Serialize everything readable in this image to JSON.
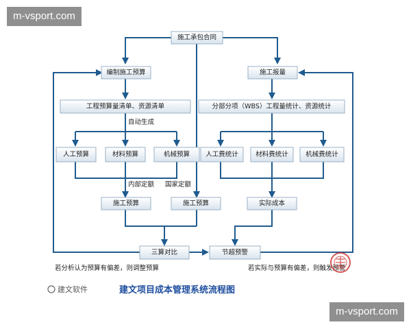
{
  "watermark": {
    "top": "m-vsport.com",
    "bottom": "m-vsport.com"
  },
  "diagram": {
    "title": "建文项目成本管理系统流程图",
    "logo": "建文软件",
    "boxes": {
      "contract": "施工承包合同",
      "budget_prep": "编制施工预算",
      "qty_report": "施工报量",
      "bill_list": "工程预算量清单、资源清单",
      "wbs_stat": "分部分项（WBS）工程量统计、资源统计",
      "labor_budget": "人工预算",
      "material_budget": "材料预算",
      "machine_budget": "机械预算",
      "labor_stat": "人工费统计",
      "material_stat": "材料费统计",
      "machine_stat": "机械费统计",
      "construction_budget_1": "施工预算",
      "construction_budget_2": "施工预算",
      "actual_cost": "实际成本",
      "three_compare": "三算对比",
      "overrun_warning": "节超预警"
    },
    "labels": {
      "auto_gen": "自动生成",
      "internal_quota": "内部定额",
      "national_quota": "国家定额",
      "left_feedback": "若分析认为预算有偏差，则调整预算",
      "right_feedback": "若实际与预算有偏差，则触发预警"
    }
  }
}
